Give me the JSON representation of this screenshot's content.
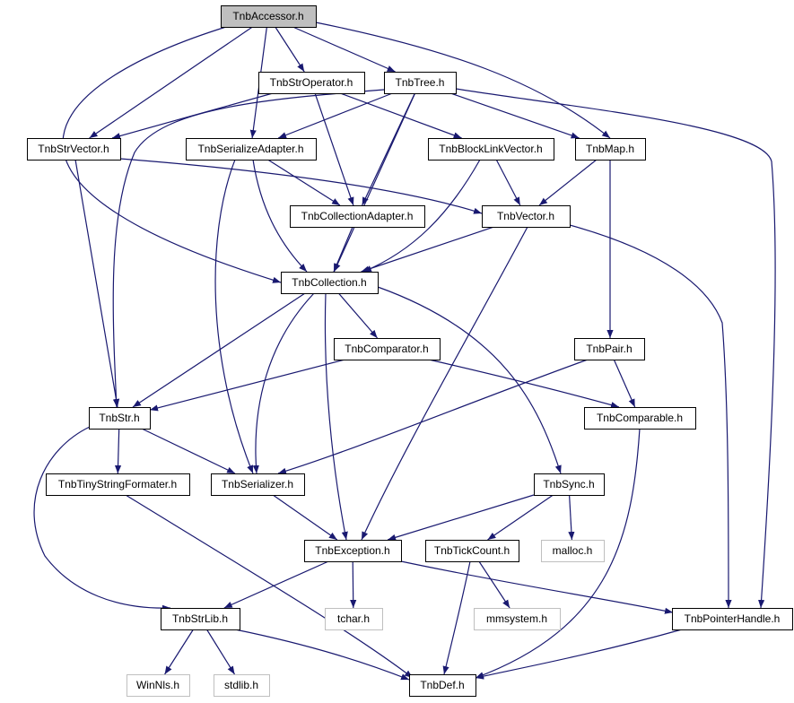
{
  "graph": {
    "nodes": {
      "accessor": {
        "label": "TnbAccessor.h",
        "kind": "root"
      },
      "stroperator": {
        "label": "TnbStrOperator.h",
        "kind": "normal"
      },
      "tree": {
        "label": "TnbTree.h",
        "kind": "normal"
      },
      "strvector": {
        "label": "TnbStrVector.h",
        "kind": "normal"
      },
      "serializeadapter": {
        "label": "TnbSerializeAdapter.h",
        "kind": "normal"
      },
      "blocklink": {
        "label": "TnbBlockLinkVector.h",
        "kind": "normal"
      },
      "map": {
        "label": "TnbMap.h",
        "kind": "normal"
      },
      "collectionadapter": {
        "label": "TnbCollectionAdapter.h",
        "kind": "normal"
      },
      "vector": {
        "label": "TnbVector.h",
        "kind": "normal"
      },
      "collection": {
        "label": "TnbCollection.h",
        "kind": "normal"
      },
      "comparator": {
        "label": "TnbComparator.h",
        "kind": "normal"
      },
      "pair": {
        "label": "TnbPair.h",
        "kind": "normal"
      },
      "str": {
        "label": "TnbStr.h",
        "kind": "normal"
      },
      "comparable": {
        "label": "TnbComparable.h",
        "kind": "normal"
      },
      "tinystring": {
        "label": "TnbTinyStringFormater.h",
        "kind": "normal"
      },
      "serializer": {
        "label": "TnbSerializer.h",
        "kind": "normal"
      },
      "sync": {
        "label": "TnbSync.h",
        "kind": "normal"
      },
      "exception": {
        "label": "TnbException.h",
        "kind": "normal"
      },
      "tickcount": {
        "label": "TnbTickCount.h",
        "kind": "normal"
      },
      "malloc": {
        "label": "malloc.h",
        "kind": "external"
      },
      "strlib": {
        "label": "TnbStrLib.h",
        "kind": "normal"
      },
      "tchar": {
        "label": "tchar.h",
        "kind": "external"
      },
      "mmsystem": {
        "label": "mmsystem.h",
        "kind": "external"
      },
      "pointerhandle": {
        "label": "TnbPointerHandle.h",
        "kind": "normal"
      },
      "winnls": {
        "label": "WinNls.h",
        "kind": "external"
      },
      "stdlib": {
        "label": "stdlib.h",
        "kind": "external"
      },
      "def": {
        "label": "TnbDef.h",
        "kind": "normal"
      }
    },
    "edges": [
      [
        "accessor",
        "stroperator"
      ],
      [
        "accessor",
        "tree"
      ],
      [
        "accessor",
        "strvector"
      ],
      [
        "accessor",
        "serializeadapter"
      ],
      [
        "accessor",
        "map"
      ],
      [
        "accessor",
        "collection"
      ],
      [
        "stroperator",
        "strvector"
      ],
      [
        "stroperator",
        "collectionadapter"
      ],
      [
        "stroperator",
        "blocklink"
      ],
      [
        "tree",
        "str"
      ],
      [
        "tree",
        "serializeadapter"
      ],
      [
        "tree",
        "collectionadapter"
      ],
      [
        "tree",
        "map"
      ],
      [
        "tree",
        "collection"
      ],
      [
        "tree",
        "pointerhandle"
      ],
      [
        "strvector",
        "str"
      ],
      [
        "strvector",
        "vector"
      ],
      [
        "serializeadapter",
        "collectionadapter"
      ],
      [
        "serializeadapter",
        "collection"
      ],
      [
        "serializeadapter",
        "serializer"
      ],
      [
        "blocklink",
        "vector"
      ],
      [
        "blocklink",
        "collection"
      ],
      [
        "map",
        "vector"
      ],
      [
        "map",
        "pair"
      ],
      [
        "collectionadapter",
        "collection"
      ],
      [
        "vector",
        "collection"
      ],
      [
        "vector",
        "exception"
      ],
      [
        "vector",
        "pointerhandle"
      ],
      [
        "collection",
        "str"
      ],
      [
        "collection",
        "serializer"
      ],
      [
        "collection",
        "comparator"
      ],
      [
        "collection",
        "exception"
      ],
      [
        "collection",
        "sync"
      ],
      [
        "comparator",
        "str"
      ],
      [
        "comparator",
        "comparable"
      ],
      [
        "pair",
        "comparable"
      ],
      [
        "pair",
        "serializer"
      ],
      [
        "str",
        "tinystring"
      ],
      [
        "str",
        "serializer"
      ],
      [
        "str",
        "strlib"
      ],
      [
        "comparable",
        "def"
      ],
      [
        "tinystring",
        "def"
      ],
      [
        "serializer",
        "exception"
      ],
      [
        "sync",
        "exception"
      ],
      [
        "sync",
        "tickcount"
      ],
      [
        "sync",
        "malloc"
      ],
      [
        "exception",
        "strlib"
      ],
      [
        "exception",
        "tchar"
      ],
      [
        "exception",
        "pointerhandle"
      ],
      [
        "tickcount",
        "mmsystem"
      ],
      [
        "tickcount",
        "def"
      ],
      [
        "strlib",
        "winnls"
      ],
      [
        "strlib",
        "stdlib"
      ],
      [
        "strlib",
        "def"
      ],
      [
        "pointerhandle",
        "def"
      ]
    ]
  }
}
